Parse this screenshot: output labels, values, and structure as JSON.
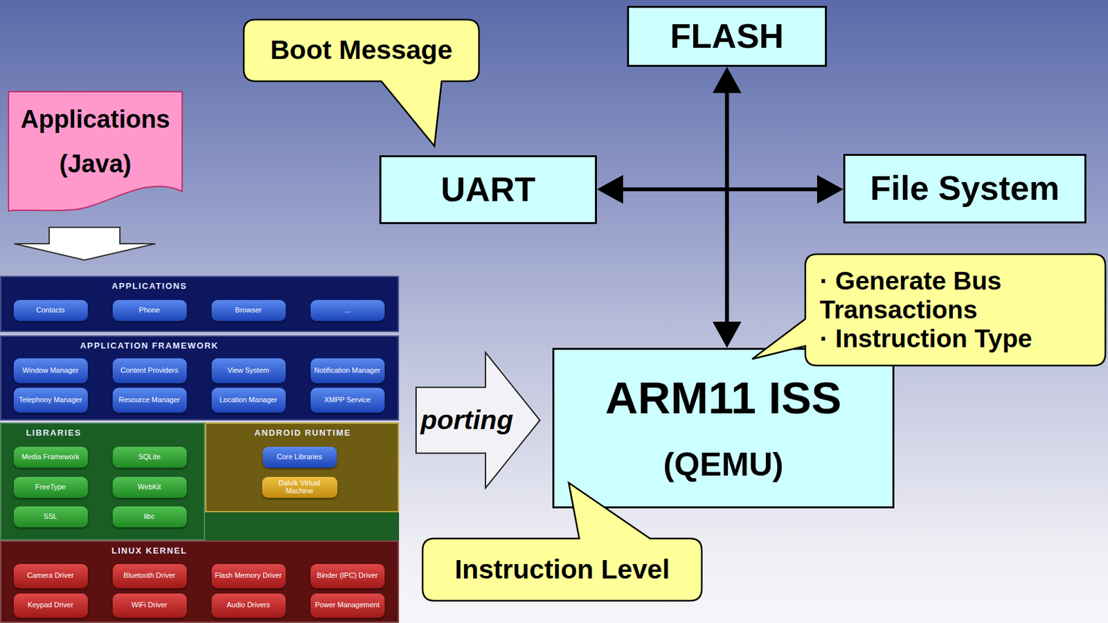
{
  "diagram": {
    "nodes": [
      {
        "text": [
          "Applications",
          "(Java)"
        ]
      },
      {
        "text": [
          "Boot Message"
        ]
      },
      {
        "text": [
          "FLASH"
        ]
      },
      {
        "text": [
          "UART"
        ]
      },
      {
        "text": [
          "File System"
        ]
      },
      {
        "text": [
          "· Generate Bus Transactions",
          "· Instruction Type"
        ]
      },
      {
        "text": [
          "porting"
        ]
      },
      {
        "text": [
          "ARM11 ISS",
          "(QEMU)"
        ]
      },
      {
        "text": [
          "Instruction Level"
        ]
      },
      {
        "text": [
          "APPLICATIONS"
        ]
      },
      {
        "text": [
          "Contacts"
        ],
        "in": 9
      },
      {
        "text": [
          "Phone"
        ],
        "in": 9
      },
      {
        "text": [
          "Browser"
        ],
        "in": 9
      },
      {
        "text": [
          "..."
        ],
        "in": 9
      },
      {
        "text": [
          "APPLICATION FRAMEWORK"
        ]
      },
      {
        "text": [
          "Window Manager"
        ],
        "in": 14
      },
      {
        "text": [
          "Content Providers"
        ],
        "in": 14
      },
      {
        "text": [
          "View System"
        ],
        "in": 14
      },
      {
        "text": [
          "Notification Manager"
        ],
        "in": 14
      },
      {
        "text": [
          "Telephony Manager"
        ],
        "in": 14
      },
      {
        "text": [
          "Resource Manager"
        ],
        "in": 14
      },
      {
        "text": [
          "Location Manager"
        ],
        "in": 14
      },
      {
        "text": [
          "XMPP Service"
        ],
        "in": 14
      },
      {
        "text": [
          "LIBRARIES"
        ]
      },
      {
        "text": [
          "Media Framework"
        ],
        "in": 23
      },
      {
        "text": [
          "SQLite"
        ],
        "in": 23
      },
      {
        "text": [
          "FreeType"
        ],
        "in": 23
      },
      {
        "text": [
          "WebKit"
        ],
        "in": 23
      },
      {
        "text": [
          "SSL"
        ],
        "in": 23
      },
      {
        "text": [
          "libc"
        ],
        "in": 23
      },
      {
        "text": [
          "ANDROID RUNTIME"
        ]
      },
      {
        "text": [
          "Core Libraries"
        ],
        "in": 30
      },
      {
        "text": [
          "Dalvik Virtual Machine"
        ],
        "in": 30
      },
      {
        "text": [
          "LINUX KERNEL"
        ]
      },
      {
        "text": [
          "Camera Driver"
        ],
        "in": 33
      },
      {
        "text": [
          "Bluetooth Driver"
        ],
        "in": 33
      },
      {
        "text": [
          "Flash Memory Driver"
        ],
        "in": 33
      },
      {
        "text": [
          "Binder (IPC) Driver"
        ],
        "in": 33
      },
      {
        "text": [
          "Keypad Driver"
        ],
        "in": 33
      },
      {
        "text": [
          "WiFi Driver"
        ],
        "in": 33
      },
      {
        "text": [
          "Audio Drivers"
        ],
        "in": 33
      },
      {
        "text": [
          "Power Management"
        ],
        "in": 33
      }
    ],
    "edges": [
      {
        "from": 2,
        "to": 7,
        "arrow": "both"
      },
      {
        "from": 3,
        "to": 4,
        "arrow": "both"
      }
    ]
  }
}
